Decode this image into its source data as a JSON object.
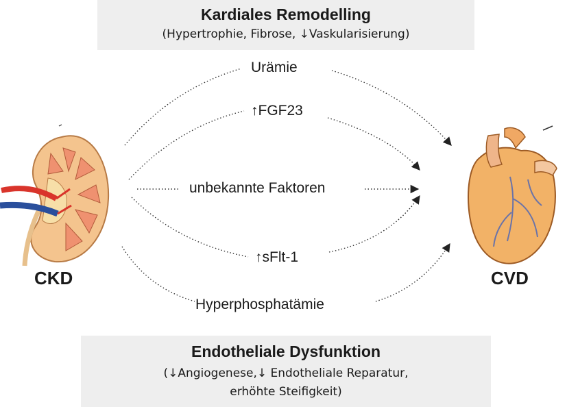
{
  "top_box": {
    "title": "Kardiales Remodelling",
    "subtitle": "(Hypertrophie, Fibrose, ↓Vaskularisierung)"
  },
  "bottom_box": {
    "title": "Endotheliale Dysfunktion",
    "subtitle_line1": "(↓Angiogenese,↓ Endotheliale Reparatur,",
    "subtitle_line2": "erhöhte Steifigkeit)"
  },
  "factors": [
    "Urämie",
    "↑FGF23",
    "unbekannte Faktoren",
    "↑sFlt-1",
    "Hyperphosphatämie"
  ],
  "left_organ": {
    "label": "CKD",
    "icon": "kidney-icon"
  },
  "right_organ": {
    "label": "CVD",
    "icon": "heart-icon"
  },
  "colors": {
    "box_bg": "#eeeeee",
    "arrow": "#333333",
    "kidney_cortex": "#f4c48e",
    "kidney_medulla": "#ef9170",
    "heart": "#f2b267",
    "artery": "#d9342b",
    "vein": "#2a4f9c"
  }
}
